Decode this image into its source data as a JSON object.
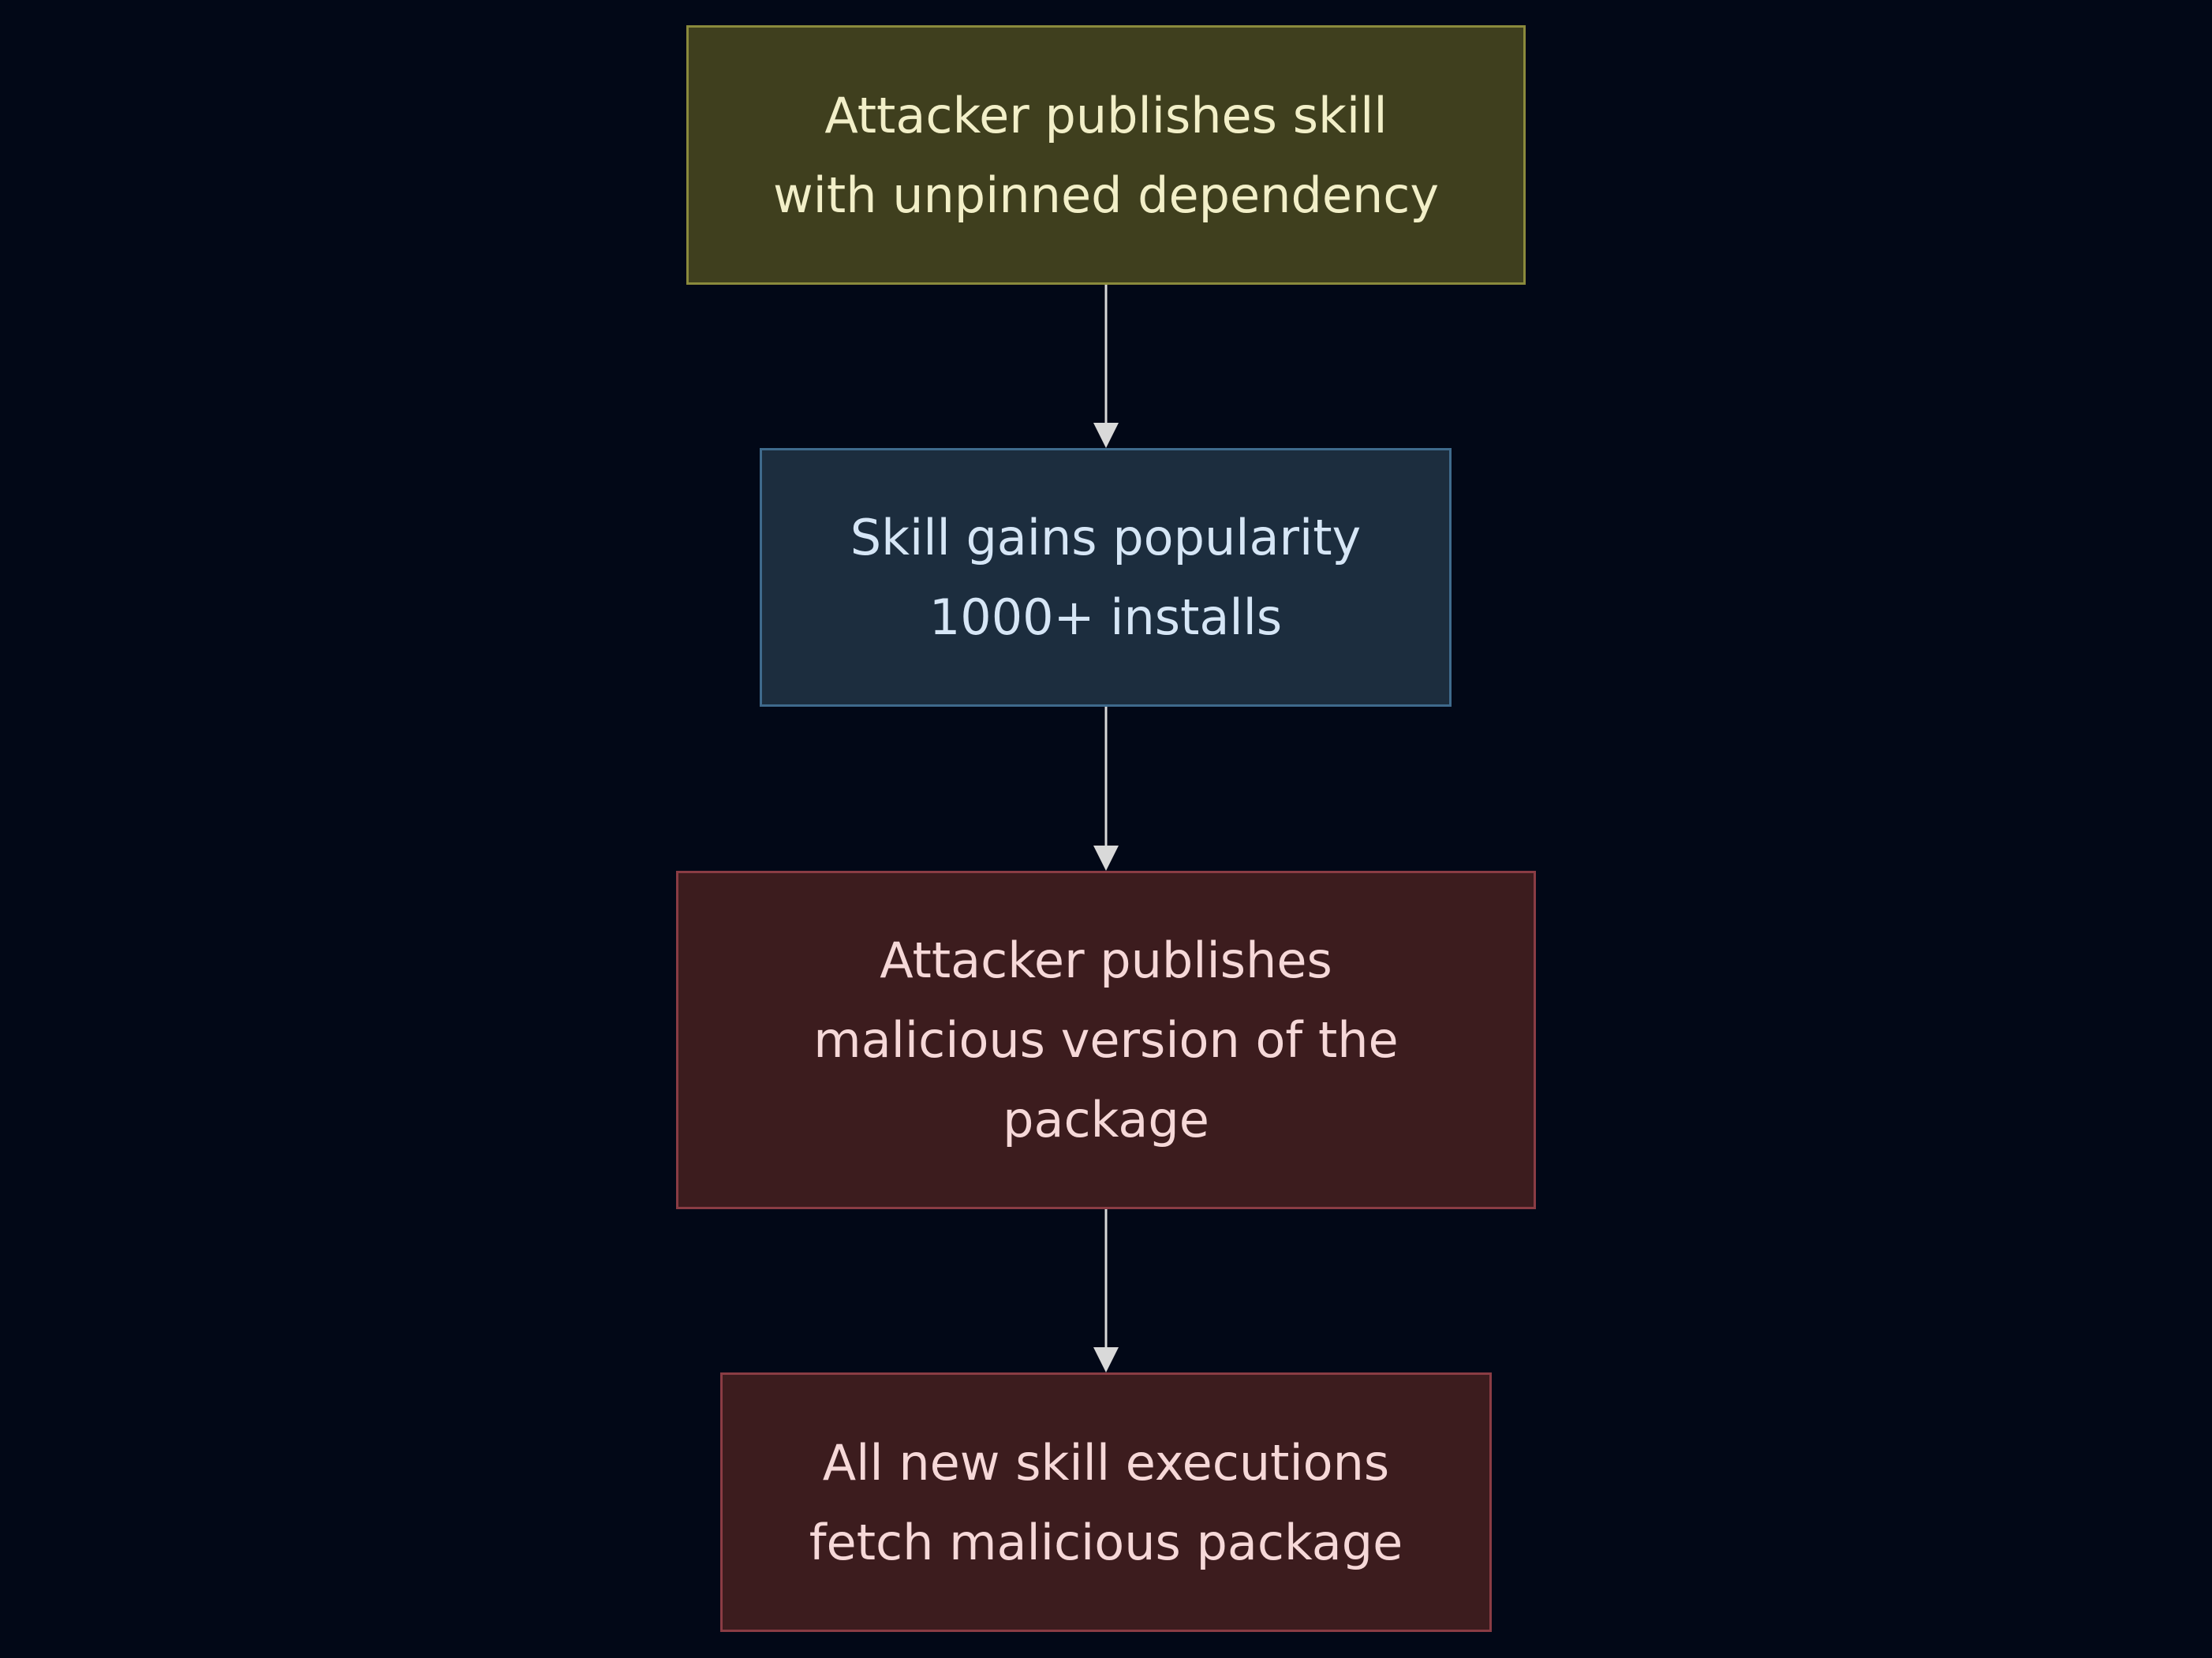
{
  "diagram": {
    "type": "flowchart",
    "direction": "top-down",
    "nodes": [
      {
        "id": "n1",
        "lines": [
          "Attacker publishes skill",
          "with unpinned dependency"
        ],
        "fill": "#3f3f1e",
        "stroke": "#8a8a3c",
        "text_color": "#f2efc8"
      },
      {
        "id": "n2",
        "lines": [
          "Skill gains popularity",
          "1000+ installs"
        ],
        "fill": "#1c2d3e",
        "stroke": "#3f6a8c",
        "text_color": "#d6e6f6"
      },
      {
        "id": "n3",
        "lines": [
          "Attacker publishes",
          "malicious version of the",
          "package"
        ],
        "fill": "#3c1c1e",
        "stroke": "#8a3c44",
        "text_color": "#f6d8d8"
      },
      {
        "id": "n4",
        "lines": [
          "All new skill executions",
          "fetch malicious package"
        ],
        "fill": "#3c1c1e",
        "stroke": "#8a3c44",
        "text_color": "#f6d8d8"
      }
    ],
    "edges": [
      {
        "from": "n1",
        "to": "n2"
      },
      {
        "from": "n2",
        "to": "n3"
      },
      {
        "from": "n3",
        "to": "n4"
      }
    ],
    "colors": {
      "background": "#020817",
      "edge": "#d9d9d9"
    }
  }
}
